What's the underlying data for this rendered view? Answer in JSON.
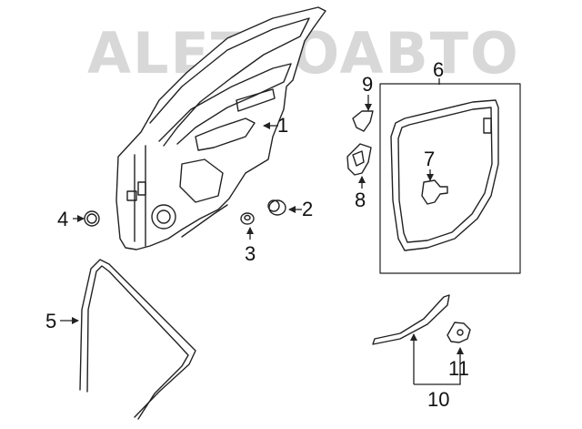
{
  "watermark": {
    "text": "ALETFOABTO"
  },
  "callouts": {
    "c1": "1",
    "c2": "2",
    "c3": "3",
    "c4": "4",
    "c5": "5",
    "c6": "6",
    "c7": "7",
    "c8": "8",
    "c9": "9",
    "c10": "10",
    "c11": "11"
  },
  "colors": {
    "line": "#222222",
    "watermark": "#b9b9b9",
    "background": "#ffffff"
  }
}
